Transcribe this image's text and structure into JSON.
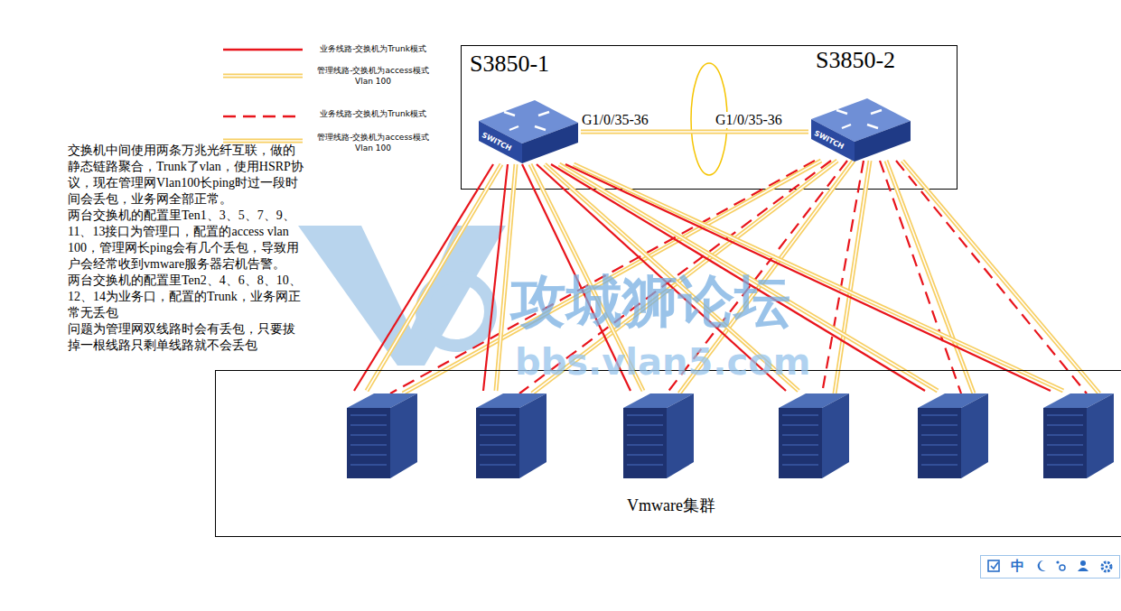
{
  "diagram": {
    "nodes": [
      {
        "text": [
          "S3850-1",
          "SWITCH"
        ]
      },
      {
        "text": [
          "S3850-2",
          "SWITCH"
        ]
      },
      {
        "text": [
          "Vmware集群"
        ]
      }
    ],
    "edges": [
      {
        "from": 0,
        "to": 1,
        "arrow": "none"
      }
    ],
    "labels": [
      "交换机中间使用两条万兆光纤互联，做的静态链路聚合，Trunk了vlan，使用HSRP协议，现在管理网Vlan100长ping时过一段时间会丢包，业务网全部正常。",
      "两台交换机的配置里Ten1、3、5、7、9、11、13接口为管理口，配置的access vlan 100，管理网长ping会有几个丢包，导致用户会经常收到vmware服务器宕机告警。",
      "两台交换机的配置里Ten2、4、6、8、10、12、14为业务口，配置的Trunk，业务网正常无丢包",
      "问题为管理网双线路时会有丢包，只要拔掉一根线路只剩单线路就不会丢包",
      "G1/0/35-36",
      "G1/0/35-36",
      "攻城狮论坛",
      "bbs.vlan5.com",
      "中"
    ],
    "legend": [
      {
        "text": "业务线路-交换机为Trunk模式"
      },
      {
        "text": "管理线路-交换机为access模式 Vlan 100"
      },
      {
        "text": "业务线路-交换机为Trunk模式"
      },
      {
        "text": "管理线路-交换机为access模式 Vlan 100"
      }
    ]
  }
}
